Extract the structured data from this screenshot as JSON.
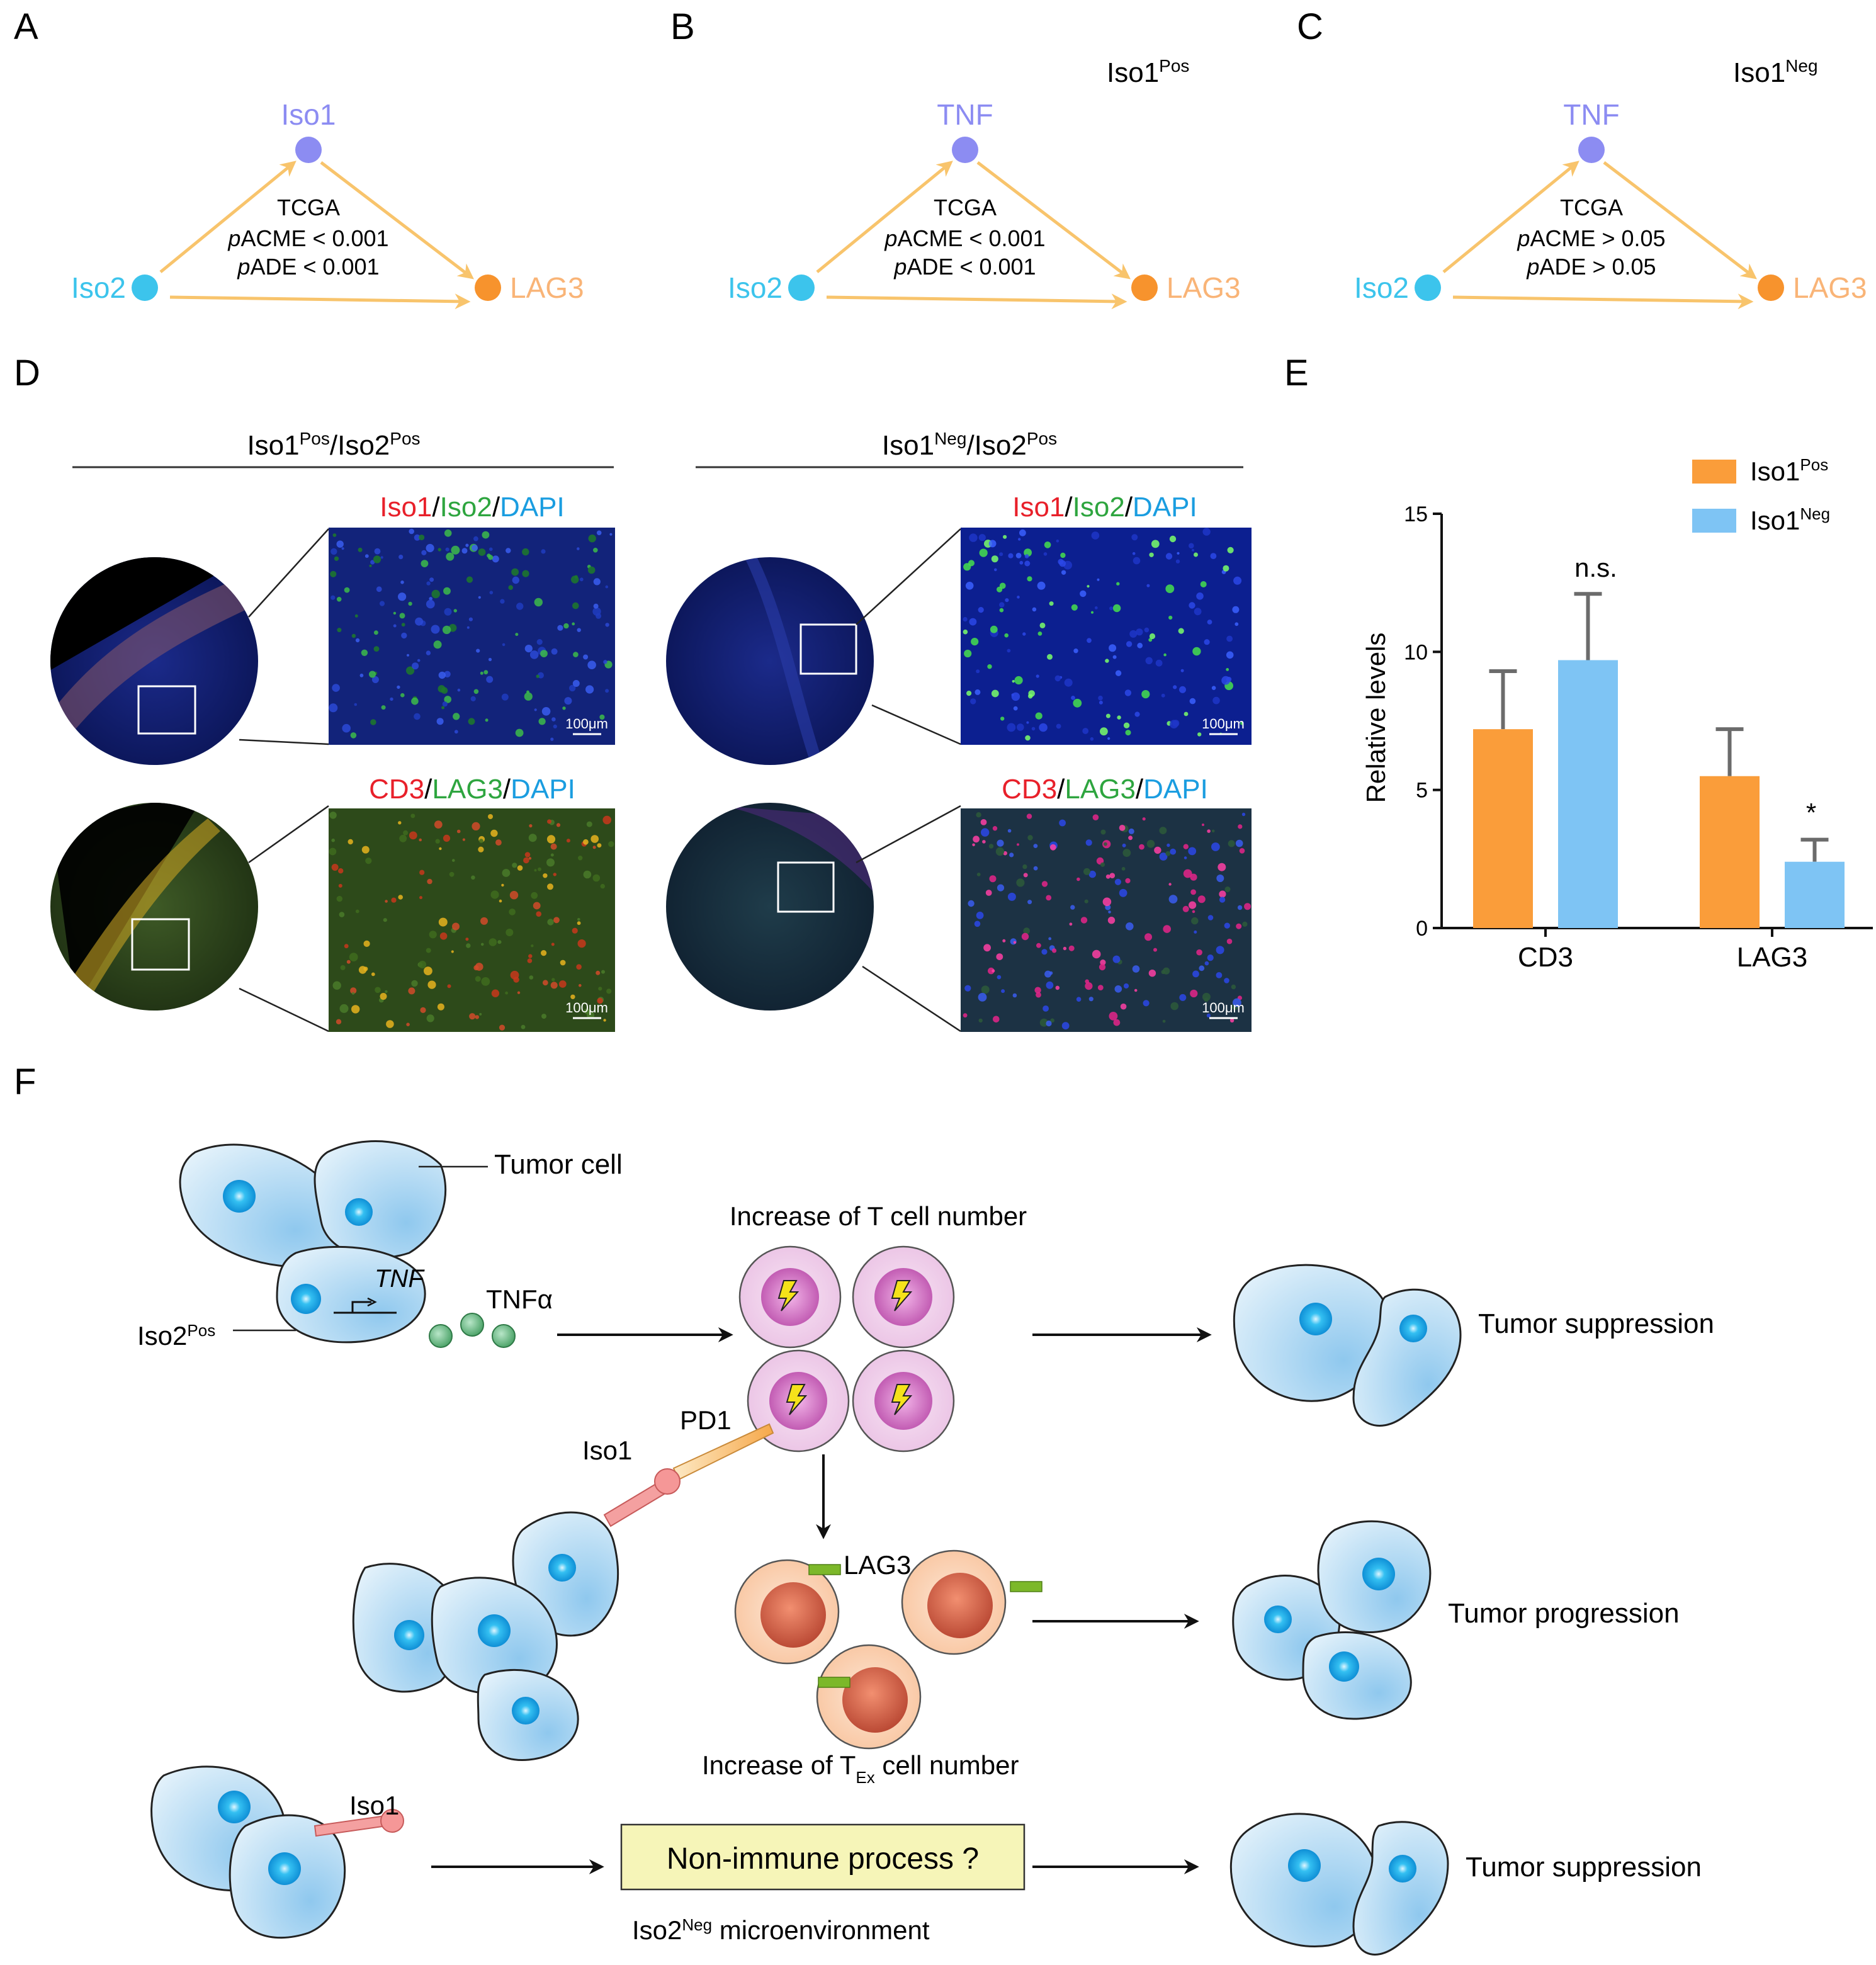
{
  "panels": {
    "A": "A",
    "B": "B",
    "C": "C",
    "D": "D",
    "E": "E",
    "F": "F"
  },
  "colors": {
    "iso1_node": "#8c8cf2",
    "iso2_node": "#3cc4ec",
    "lag3_node": "#f7932d",
    "arrow": "#f8c46c",
    "bar_pos": "#fa9d3a",
    "bar_neg": "#7ec4f4",
    "error": "#6b6b6b",
    "cell_fill": "#b8dcf2",
    "nucleus": "#1ca7e4"
  },
  "mediation": [
    {
      "panel": "A",
      "group_label_main": "",
      "group_label_sup": "",
      "mediator": "Iso1",
      "source": "Iso2",
      "target": "LAG3",
      "dataset": "TCGA",
      "stat1_italic": "p",
      "stat1_rest": "ACME < 0.001",
      "stat2_italic": "p",
      "stat2_rest": "ADE < 0.001"
    },
    {
      "panel": "B",
      "group_label_main": "Iso1",
      "group_label_sup": "Pos",
      "mediator": "TNF",
      "source": "Iso2",
      "target": "LAG3",
      "dataset": "TCGA",
      "stat1_italic": "p",
      "stat1_rest": "ACME < 0.001",
      "stat2_italic": "p",
      "stat2_rest": "ADE < 0.001"
    },
    {
      "panel": "C",
      "group_label_main": "Iso1",
      "group_label_sup": "Neg",
      "mediator": "TNF",
      "source": "Iso2",
      "target": "LAG3",
      "dataset": "TCGA",
      "stat1_italic": "p",
      "stat1_rest": "ACME > 0.05",
      "stat2_italic": "p",
      "stat2_rest": "ADE > 0.05"
    }
  ],
  "panel_d": {
    "group_left_main1": "Iso1",
    "group_left_sup1": "Pos",
    "group_left_slash": "/",
    "group_left_main2": "Iso2",
    "group_left_sup2": "Pos",
    "group_right_main1": "Iso1",
    "group_right_sup1": "Neg",
    "group_right_slash": "/",
    "group_right_main2": "Iso2",
    "group_right_sup2": "Pos",
    "stain1": {
      "red": "Iso1",
      "green": "Iso2",
      "blue": "DAPI",
      "sep": "/"
    },
    "stain2": {
      "red": "CD3",
      "green": "LAG3",
      "blue": "DAPI",
      "sep": "/"
    },
    "scale_bar": "100μm"
  },
  "chart_data": {
    "type": "bar",
    "categories": [
      "CD3",
      "LAG3"
    ],
    "series": [
      {
        "name": "Iso1Pos",
        "values": [
          7.2,
          5.5
        ],
        "errors": [
          2.1,
          1.7
        ]
      },
      {
        "name": "Iso1Neg",
        "values": [
          9.7,
          2.4
        ],
        "errors": [
          2.4,
          0.8
        ]
      }
    ],
    "legend": [
      {
        "main": "Iso1",
        "sup": "Pos"
      },
      {
        "main": "Iso1",
        "sup": "Neg"
      }
    ],
    "legend_position": "top-right",
    "ylabel": "Relative levels",
    "xlabel": "",
    "ylim": [
      0,
      15
    ],
    "yticks": [
      "0",
      "5",
      "10",
      "15"
    ],
    "annotations": [
      "n.s.",
      "*"
    ],
    "grid": false
  },
  "panel_f": {
    "tumor_cell": "Tumor cell",
    "tnf_gene": "TNF",
    "tnf_alpha": "TNFα",
    "iso2pos_main": "Iso2",
    "iso2pos_sup": "Pos",
    "t_increase": "Increase of T cell number",
    "pd1": "PD1",
    "iso1": "Iso1",
    "lag3": "LAG3",
    "tex_increase_pre": "Increase of  T",
    "tex_sub": "Ex",
    "tex_increase_post": " cell number",
    "outcome1": "Tumor suppression",
    "outcome2": "Tumor progression",
    "outcome3": "Tumor suppression",
    "iso1_bottom": "Iso1",
    "non_immune": "Non-immune process ?",
    "iso2neg_main": "Iso2",
    "iso2neg_sup": "Neg",
    "iso2neg_rest": " microenvironment"
  }
}
